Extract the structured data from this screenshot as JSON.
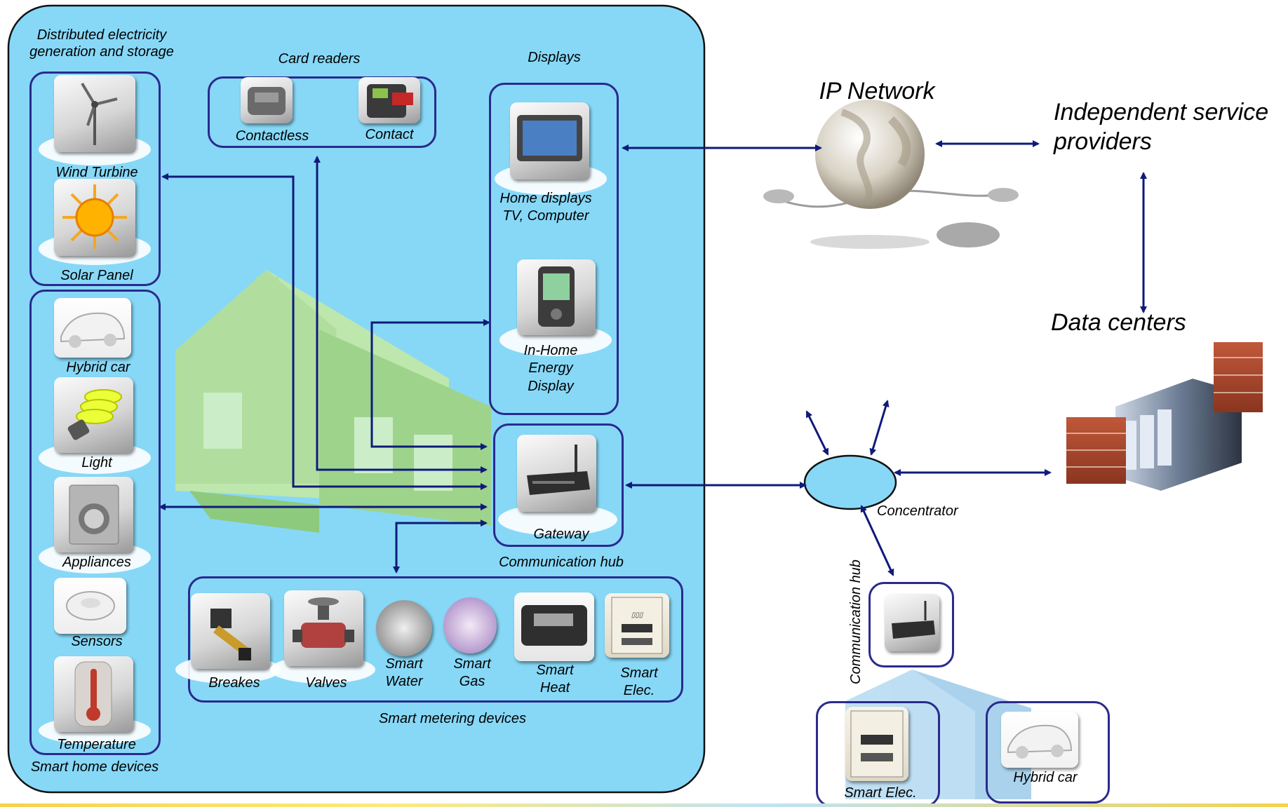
{
  "sections": {
    "distributed": "Distributed electricity generation and storage",
    "card_readers": "Card readers",
    "displays": "Displays",
    "smart_home": "Smart home devices",
    "smart_metering": "Smart metering devices",
    "communication_hub": "Communication hub"
  },
  "generation": {
    "wind": "Wind Turbine",
    "solar": "Solar Panel"
  },
  "cards": {
    "contactless": "Contactless",
    "contact": "Contact"
  },
  "displays": {
    "home_line1": "Home displays",
    "home_line2": "TV, Computer",
    "ihd_line1": "In-Home",
    "ihd_line2": "Energy",
    "ihd_line3": "Display"
  },
  "gateway": "Gateway",
  "home_devices": {
    "hybrid": "Hybrid car",
    "light": "Light",
    "appliances": "Appliances",
    "sensors": "Sensors",
    "temperature": "Temperature"
  },
  "meters": {
    "breakes": "Breakes",
    "valves": "Valves",
    "water_1": "Smart",
    "water_2": "Water",
    "gas_1": "Smart",
    "gas_2": "Gas",
    "heat_1": "Smart",
    "heat_2": "Heat",
    "elec_1": "Smart",
    "elec_2": "Elec."
  },
  "network": {
    "ip": "IP Network",
    "isp_1": "Independent service",
    "isp_2": "providers",
    "data_centers": "Data centers",
    "concentrator": "Concentrator"
  },
  "remote": {
    "hub": "Communication hub",
    "smart_elec": "Smart Elec.",
    "hybrid": "Hybrid car"
  },
  "colors": {
    "home_bg": "#87d8f7",
    "border": "#2a2a8e",
    "arrow": "#0f1a7a",
    "house": "#b6e19a"
  }
}
